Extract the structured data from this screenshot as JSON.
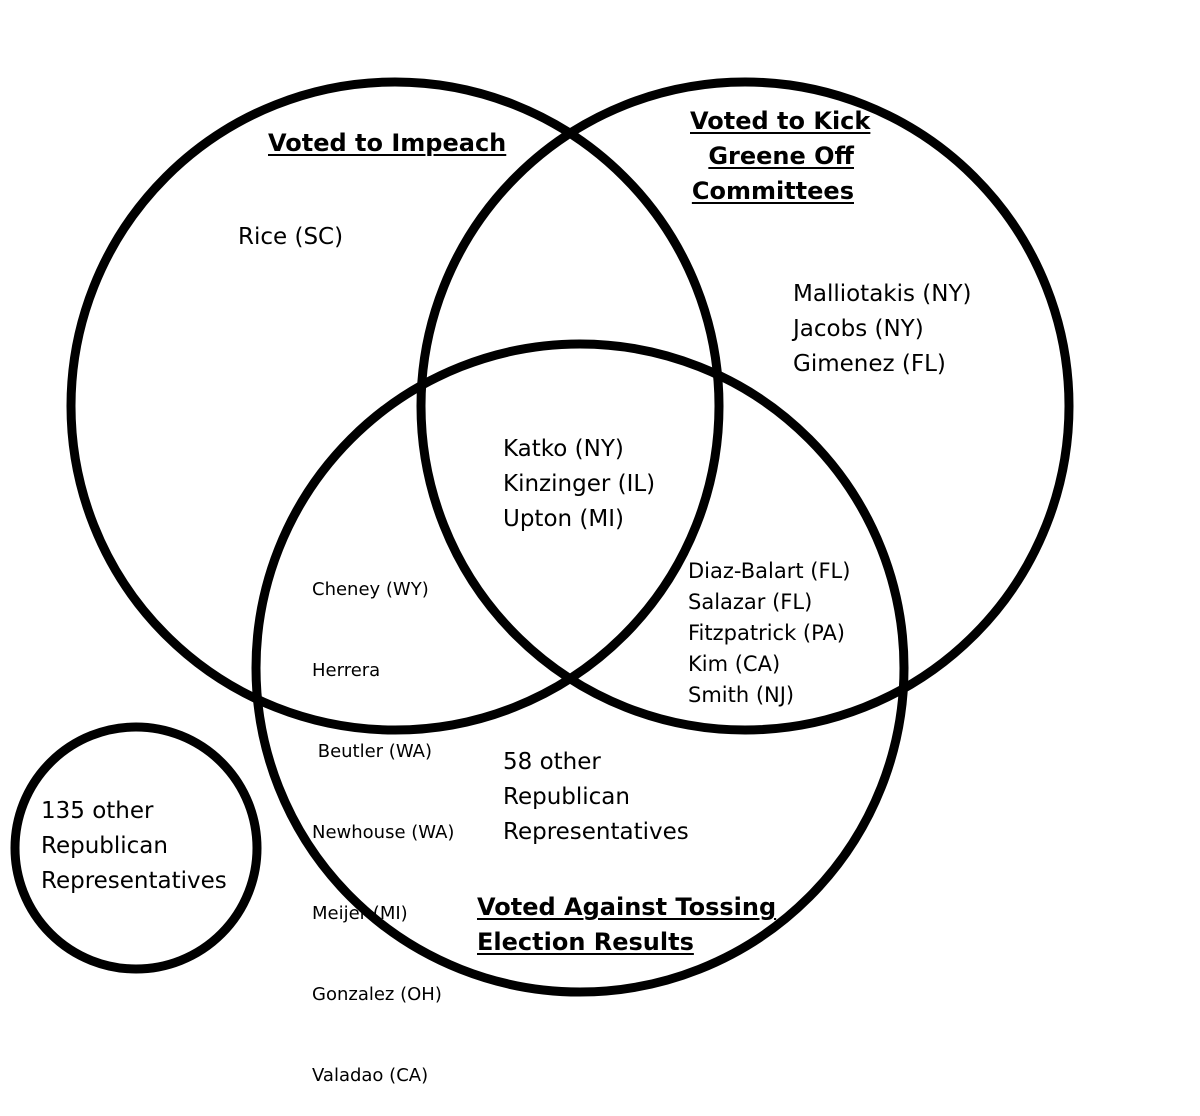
{
  "sets": {
    "impeach": {
      "label": "Voted to Impeach"
    },
    "greene": {
      "label_lines": [
        "Voted to Kick",
        "Greene Off",
        "Committees"
      ]
    },
    "election": {
      "label_lines": [
        "Voted Against Tossing",
        "Election Results"
      ]
    }
  },
  "regions": {
    "impeach_only": [
      "Rice (SC)"
    ],
    "greene_only": [
      "Malliotakis (NY)",
      "Jacobs (NY)",
      "Gimenez (FL)"
    ],
    "all_three": [
      "Katko (NY)",
      "Kinzinger (IL)",
      "Upton (MI)"
    ],
    "impeach_and_election": [
      "Cheney (WY)",
      "Herrera",
      " Beutler (WA)",
      "Newhouse (WA)",
      "Meijer (MI)",
      "Gonzalez (OH)",
      "Valadao (CA)"
    ],
    "greene_and_election": [
      "Diaz-Balart (FL)",
      "Salazar (FL)",
      "Fitzpatrick (PA)",
      "Kim (CA)",
      "Smith (NJ)"
    ],
    "election_only": [
      "58 other",
      "Republican",
      "Representatives"
    ],
    "outside": [
      "135 other",
      "Republican",
      "Representatives"
    ]
  }
}
